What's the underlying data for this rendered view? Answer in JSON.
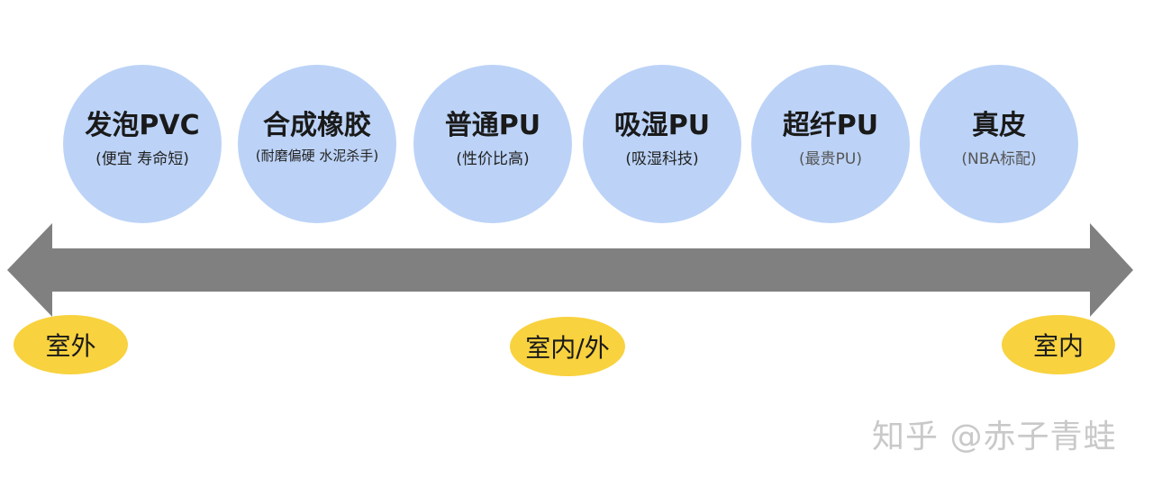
{
  "materials": [
    {
      "name": "发泡PVC",
      "note": "(便宜 寿命短)"
    },
    {
      "name": "合成橡胶",
      "note": "(耐磨偏硬 水泥杀手)"
    },
    {
      "name": "普通PU",
      "note": "(性价比高)"
    },
    {
      "name": "吸湿PU",
      "note": "(吸湿科技)"
    },
    {
      "name": "超纤PU",
      "note": "(最贵PU)"
    },
    {
      "name": "真皮",
      "note": "(NBA标配)"
    }
  ],
  "usage": {
    "left": "室外",
    "middle": "室内/外",
    "right": "室内"
  },
  "watermark": "知乎 @赤子青蛙",
  "colors": {
    "circle": "#bcd3f7",
    "arrow": "#808080",
    "label_oval": "#f8d23f"
  }
}
